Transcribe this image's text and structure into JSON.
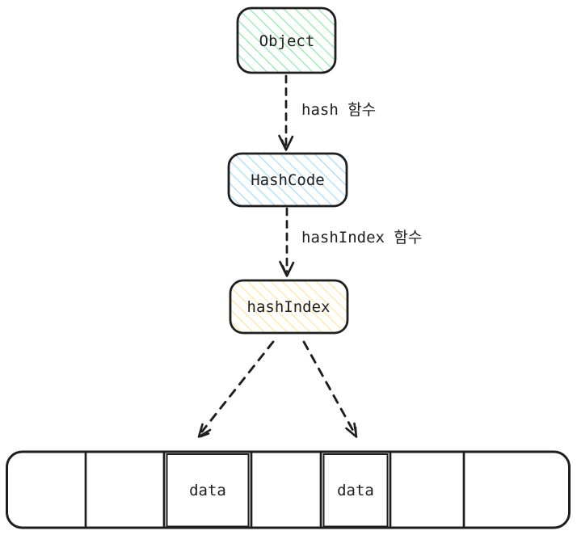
{
  "diagram": {
    "ink_color": "#1e1e1e",
    "nodes": {
      "object": {
        "label": "Object",
        "hatch_color": "#8ce5a9"
      },
      "hashcode": {
        "label": "HashCode",
        "hatch_color": "#a5d8fa"
      },
      "hashindex": {
        "label": "hashIndex",
        "hatch_color": "#ffe49b"
      }
    },
    "edges": {
      "hash_fn": {
        "label": "hash 함수"
      },
      "hashindex_fn": {
        "label": "hashIndex 함수"
      }
    },
    "bucket_array": {
      "cells": [
        "",
        "",
        "data",
        "",
        "data",
        "",
        ""
      ]
    }
  }
}
